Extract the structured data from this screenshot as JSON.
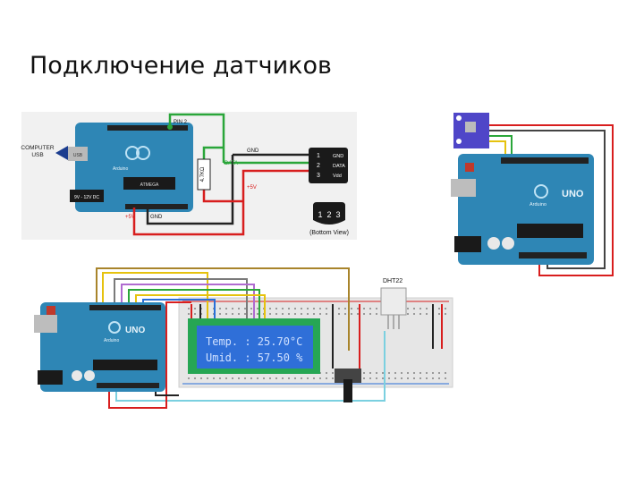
{
  "title": "Подключение датчиков",
  "diagram1": {
    "computer_usb": [
      "COMPUTER",
      "USB"
    ],
    "usb": "USB",
    "board_name": "Arduino",
    "chip": "ATMEGA",
    "power": "9V - 12V DC",
    "pin2": "PIN 2",
    "resistor": "4.7KΩ",
    "gnd_top": "GND",
    "data": "DATA",
    "plus5v_right": "+5V",
    "plus5v_bottom": "+5V",
    "gnd_bottom": "GND",
    "pins": [
      "1",
      "2",
      "3"
    ],
    "pin_names": [
      "GND",
      "DATA",
      "Vdd"
    ],
    "bottom_view": "(Bottom View)",
    "bottom_pins": [
      "1",
      "2",
      "3"
    ]
  },
  "diagram2": {
    "uno_label": "UNO",
    "arduino_label": "Arduino"
  },
  "diagram3": {
    "sensor_label": "DHT22",
    "uno_label": "UNO",
    "arduino_label": "Arduino",
    "lcd_line1": "Temp. : 25.70°C",
    "lcd_line2": "Umid. : 57.50 %"
  },
  "colors": {
    "board": "#2e86b5",
    "board_dark": "#1f6a93",
    "wire_red": "#d81e1e",
    "wire_green": "#2aa63a",
    "wire_black": "#222222",
    "lcd": "#2f6fd8",
    "lcd_text": "#cfe0ff"
  }
}
